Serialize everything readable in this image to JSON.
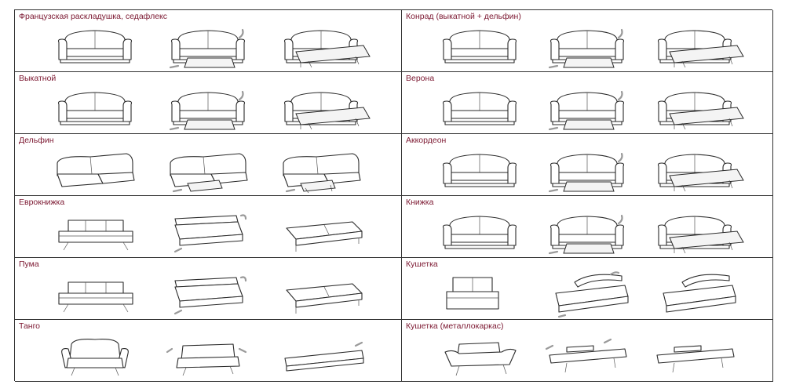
{
  "mechanisms": [
    {
      "title": "Французская раскладушка, седафлекс",
      "kind": "sofa-classic",
      "steps": [
        "sofa-icon",
        "sofa-pull-icon",
        "sofa-bed-frame-icon"
      ]
    },
    {
      "title": "Конрад (выкатной + дельфин)",
      "kind": "sofa-square",
      "steps": [
        "sofa-icon",
        "sofa-rollout-icon",
        "sofa-bed-icon"
      ]
    },
    {
      "title": "Выкатной",
      "kind": "sofa-classic",
      "steps": [
        "sofa-icon",
        "sofa-rollout-icon",
        "sofa-bed-icon"
      ]
    },
    {
      "title": "Верона",
      "kind": "sofa-classic",
      "steps": [
        "sofa-icon",
        "sofa-rollout-icon",
        "sofa-bed-frame-icon"
      ]
    },
    {
      "title": "Дельфин",
      "kind": "corner-sofa",
      "steps": [
        "corner-sofa-icon",
        "corner-sofa-open-icon",
        "corner-sofa-bed-icon"
      ]
    },
    {
      "title": "Аккордеон",
      "kind": "sofa-square",
      "steps": [
        "sofa-icon",
        "sofa-pull-icon",
        "sofa-bed-icon"
      ]
    },
    {
      "title": "Еврокнижка",
      "kind": "sofa-euro",
      "steps": [
        "sofa-icon",
        "sofa-pull-icon",
        "sofa-bed-icon"
      ]
    },
    {
      "title": "Книжка",
      "kind": "sofa-book",
      "steps": [
        "sofa-icon",
        "sofa-fold-icon",
        "sofa-bed-icon"
      ]
    },
    {
      "title": "Пума",
      "kind": "sofa-euro",
      "steps": [
        "sofa-icon",
        "sofa-fold-icon",
        "sofa-bed-icon"
      ]
    },
    {
      "title": "Кушетка",
      "kind": "couch",
      "steps": [
        "couch-icon",
        "couch-open-icon",
        "couch-bed-icon"
      ]
    },
    {
      "title": "Танго",
      "kind": "sofa-tango",
      "steps": [
        "sofa-icon",
        "sofa-fold-icon",
        "sofa-bed-icon"
      ]
    },
    {
      "title": "Кушетка (металлокаркас)",
      "kind": "couch-metal",
      "steps": [
        "couch-icon",
        "couch-fold-icon",
        "couch-bed-icon"
      ]
    }
  ],
  "colors": {
    "title": "#7b1730",
    "line": "#2a2a2a",
    "arrow": "#9a9a9a",
    "border": "#333333"
  }
}
